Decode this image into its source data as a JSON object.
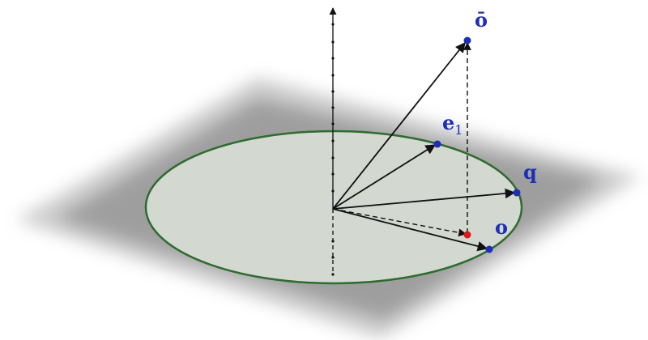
{
  "labels": {
    "o_bar": "ō",
    "e1_base": "e",
    "e1_sub": "1",
    "q": "q",
    "o": "o"
  },
  "colors": {
    "label": "#1f2fb3",
    "point": "#1f2fb3",
    "projection_point": "#d91b1b",
    "circle_stroke": "#2e6b2e",
    "disk_fill": "#d4d9d2",
    "plane_shadow": "#8a8a8a",
    "vector": "#111111"
  }
}
